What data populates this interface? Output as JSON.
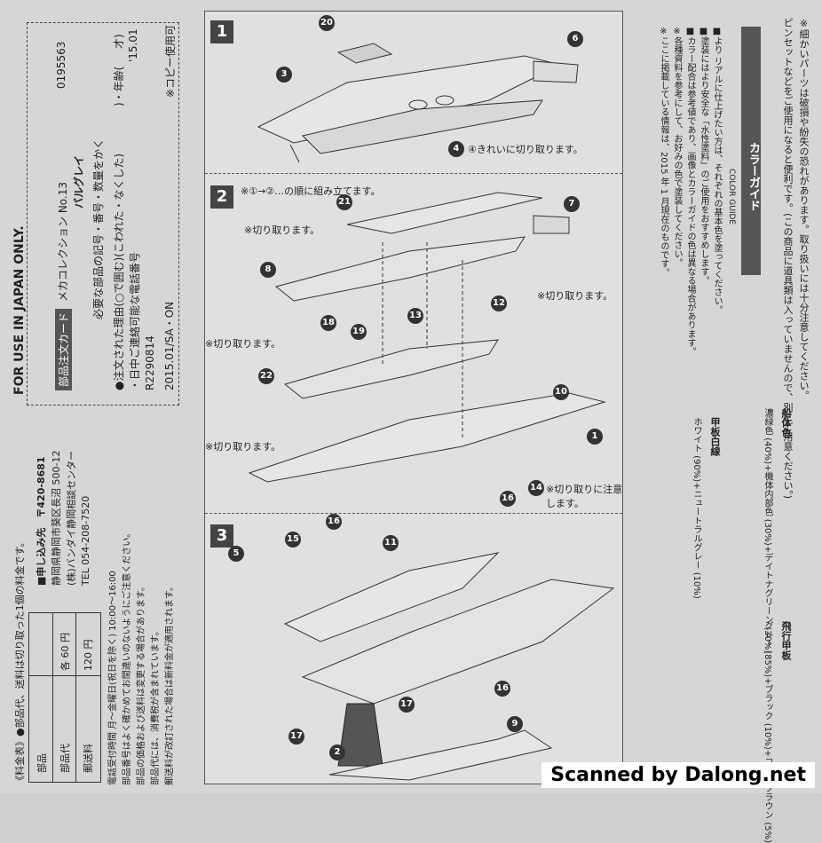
{
  "left": {
    "for_use": "FOR USE IN JAPAN ONLY.",
    "order_card_label": "部品注文カード",
    "product_line": "メカコレクション No.13",
    "product_name": "バルグレイ",
    "code": "0195563",
    "fill_note": "必要な部品の記号・番号・数量をかく",
    "reason_line": "●注文された理由(○で囲む)(こわれた・なくした)",
    "phone_line": "・日中ご連絡可能な電話番号",
    "age_line": ")・年齢(",
    "age_suffix": "才)",
    "copy_ok": "※コピー使用可",
    "year_code": "'15.01",
    "r_code": "R2290814",
    "date_code": "2015.01/SA・ON",
    "fee_title": "《料金表》●部品代、送料は切り取った1個の料金です。",
    "fee_rows": [
      {
        "label": "部品",
        "value": ""
      },
      {
        "label": "部品代",
        "value": "各 60 円"
      },
      {
        "label": "郵送料",
        "value": "120 円"
      }
    ],
    "apply_title": "■申し込み先　〒420-8681",
    "address": "静岡県静岡市葵区長沼 500-12",
    "company": "(株)バンダイ静岡相談センター",
    "tel": "TEL 054-208-7520",
    "hours": "電話受付時間 月〜金曜日(祝日を除く) 10:00〜16:00",
    "note1": "部品番号はよく確かめてお間違いのないようにご注意ください。",
    "note2": "部品の価格および送料は変更する場合があります。",
    "note3": "部品代には、消費税が含まれています。",
    "note4": "郵送料が改訂された場合は新料金が適用されます。"
  },
  "steps": [
    {
      "num": "1",
      "note": "④きれいに切り取ります。"
    },
    {
      "num": "2",
      "note": "※①→②…の順に組み立てます。",
      "cut": "※切り取ります。",
      "cut_care": "※切り取りに注意します。"
    },
    {
      "num": "3"
    }
  ],
  "parts": {
    "s1": [
      "20",
      "6",
      "3",
      "4"
    ],
    "s2": [
      "21",
      "7",
      "8",
      "12",
      "13",
      "18",
      "19",
      "22",
      "10",
      "1",
      "16",
      "14"
    ],
    "s3": [
      "5",
      "15",
      "16",
      "11",
      "16",
      "17",
      "17",
      "2",
      "9"
    ]
  },
  "right": {
    "warn1": "※細かいパーツは破損や紛失の恐れがあります。取り扱いには十分注意してください。",
    "warn2": "ピンセットなどをご使用になると便利です。(この商品に道具類は入っていませんので、別にご用意ください。)",
    "color_guide_jp": "カラーガイド",
    "color_guide_en": "COLOR GUIDE",
    "bullet1": "■より リアルに仕上げたい方は、それぞれの基本色を塗ってください。",
    "bullet2": "■塗装にはより安全な「水性塗料」のご使用をおすすめします。",
    "bullet3": "■カラー配合は参考値であり、画像とカラーガイドの色は異なる場合があります。",
    "ref1": "※各種資料を参考にして、お好みの色で塗装してください。",
    "ref2": "※ここに掲載している情報は、2015 年 1 月現在のものです。",
    "hull_title": "船体色",
    "hull_color": "濃緑色 (40%)+機体内部色 (30%)+デイトナグリーン (30%)",
    "deck_title": "甲板白線",
    "deck_color": "ホワイト (90%)+ニュートラルグレー (10%)",
    "flight_title": "飛行甲板",
    "flight_color": "グレー (85%)+ブラック (10%)+ココアブラウン (5%)"
  },
  "watermark": "Scanned by Dalong.net"
}
